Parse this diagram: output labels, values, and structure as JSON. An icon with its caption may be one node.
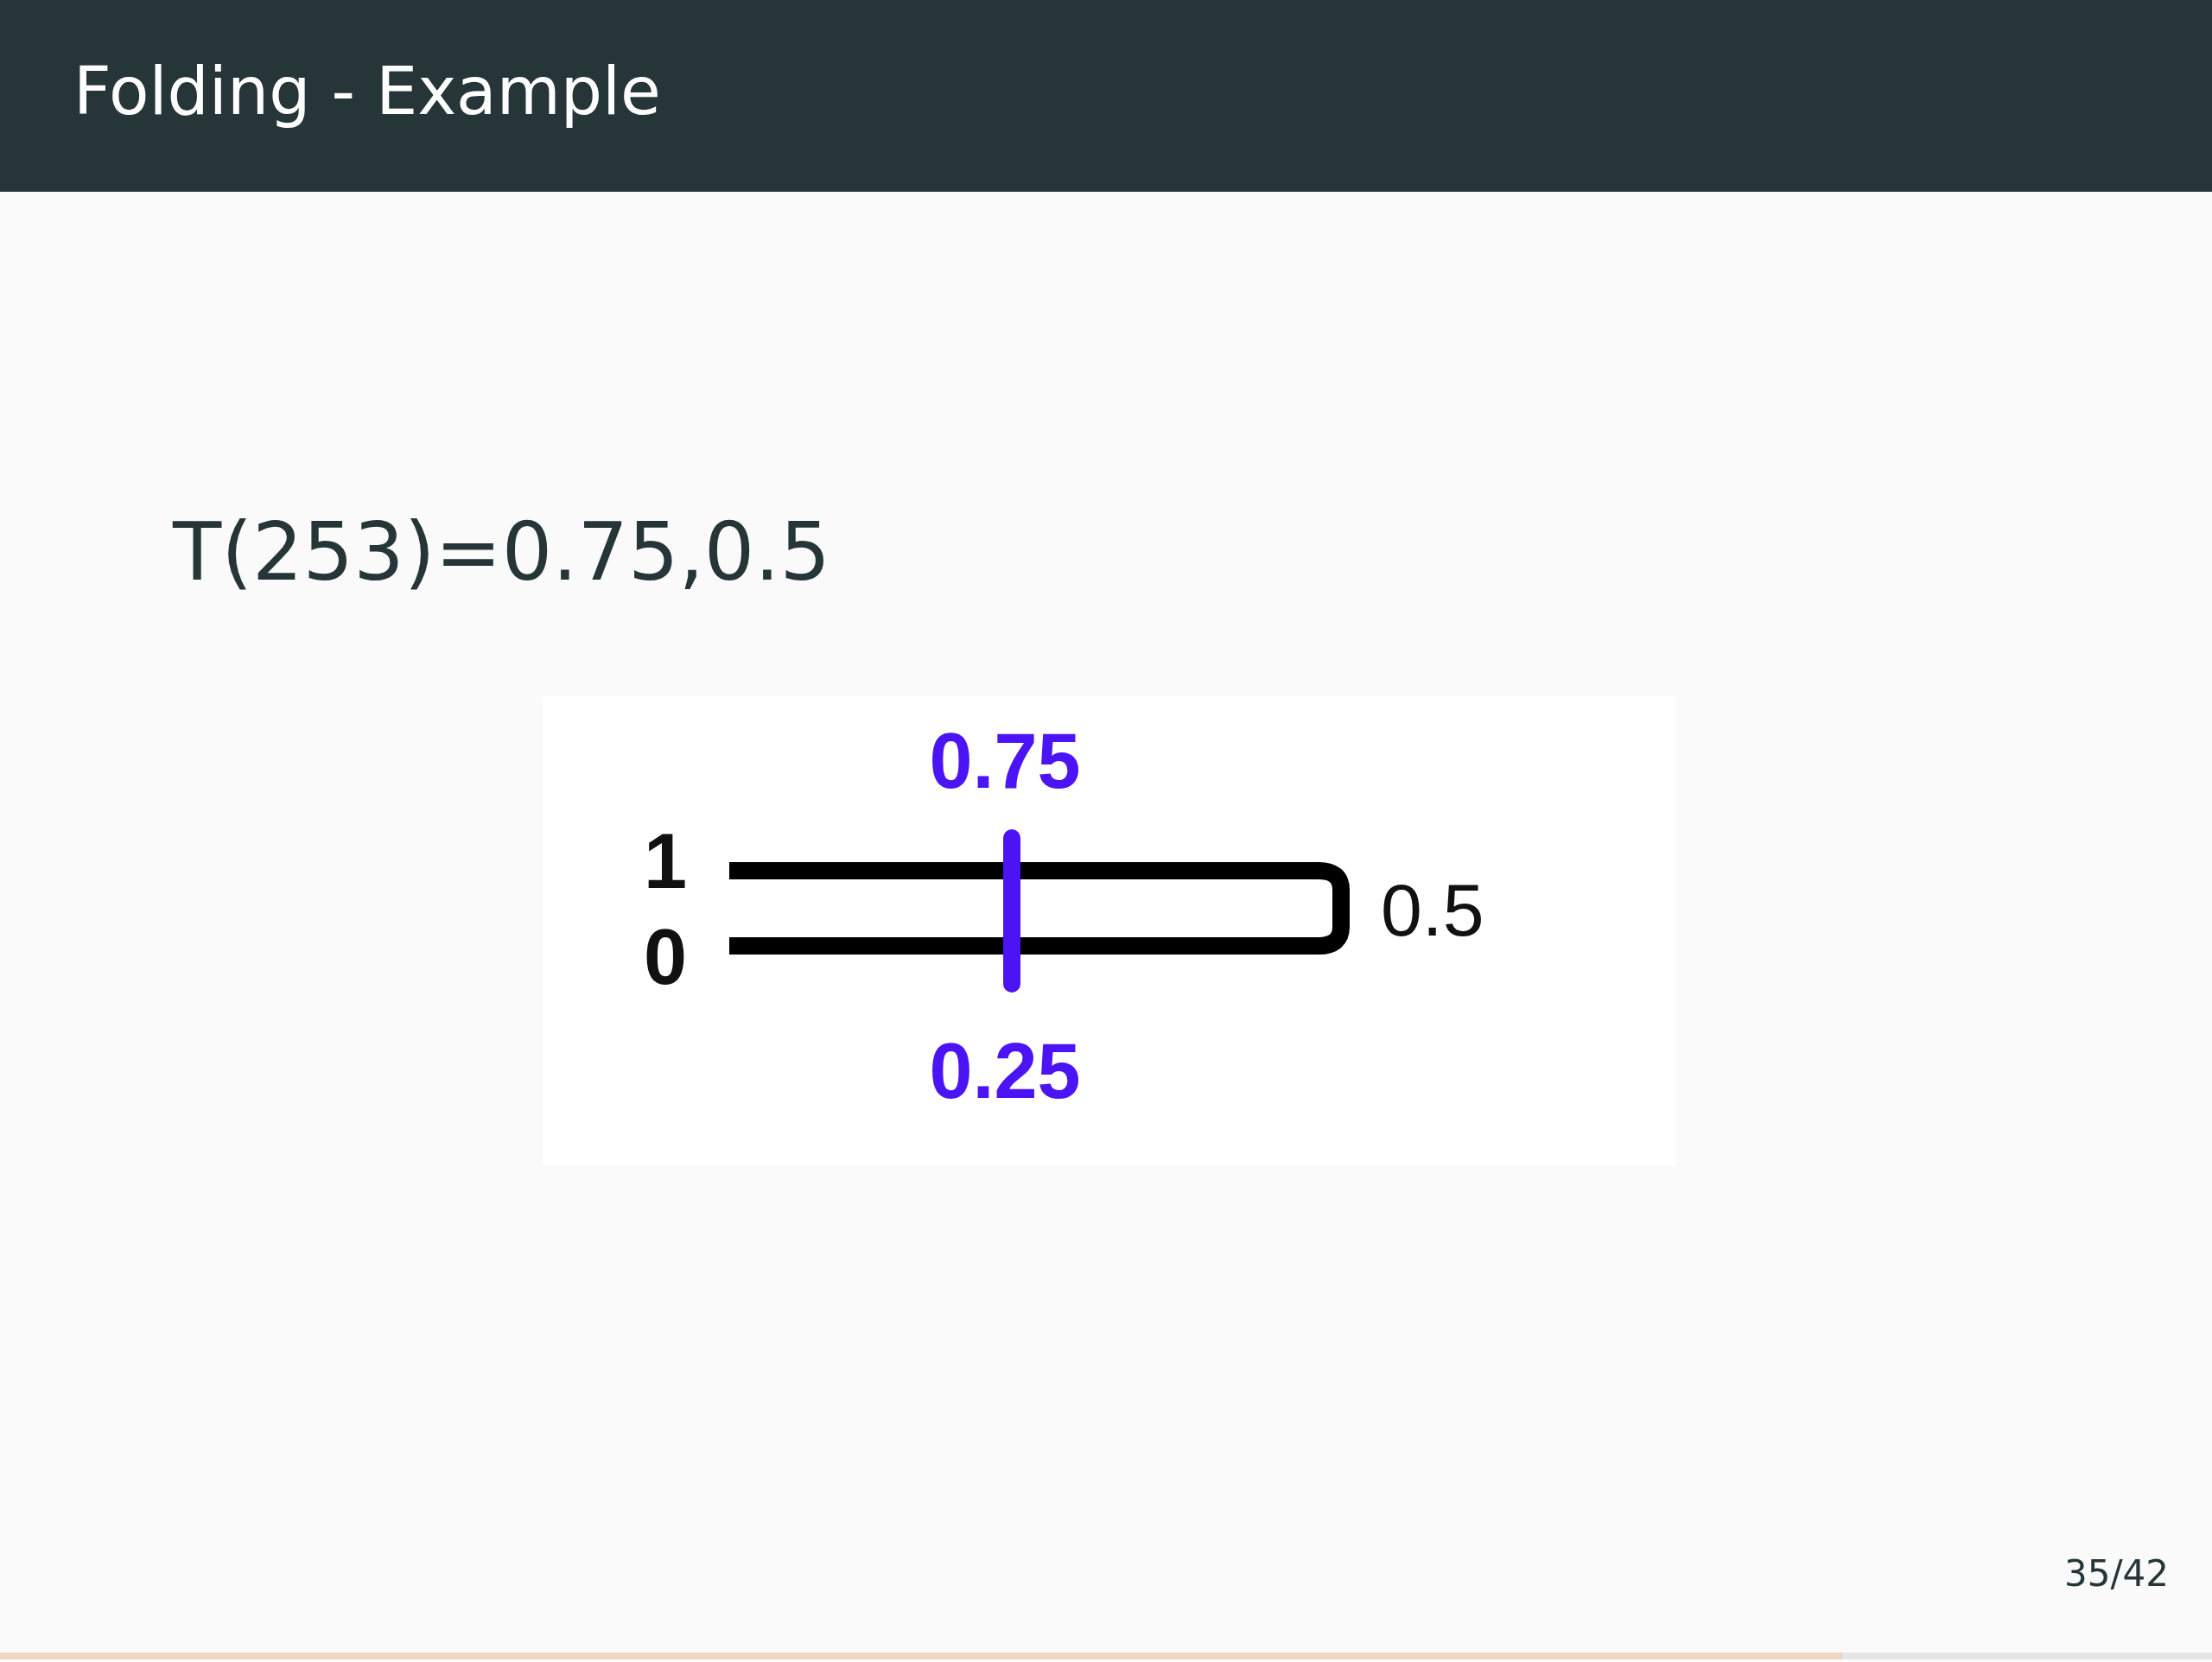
{
  "diagram": {
    "title": "Folding - Example",
    "labels": [
      "T(253)=0.75,0.5",
      "0.75",
      "1",
      "0.5",
      "0",
      "0.25",
      "35/42"
    ]
  }
}
